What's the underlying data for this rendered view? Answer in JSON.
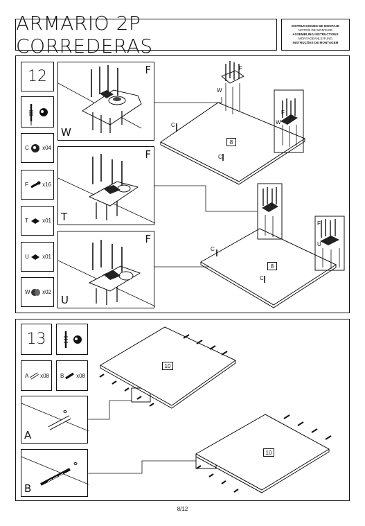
{
  "header": {
    "title": "ARMARIO 2P CORREDERAS",
    "languages": [
      {
        "text": "INSTRUCCIONES DE MONTAJE",
        "bold": true
      },
      {
        "text": "NOTICE DE MONTAGE",
        "bold": false
      },
      {
        "text": "ASSEMBLING INSTRUCTIONS",
        "bold": true
      },
      {
        "text": "MONTAGEANLEITUNG",
        "bold": false
      },
      {
        "text": "INSTRUÇÕES DE MONTAGEM",
        "bold": true
      }
    ]
  },
  "step12": {
    "number": "12",
    "parts": [
      {
        "letter": "C",
        "qty": "x04",
        "icon": "cam-lock-icon"
      },
      {
        "letter": "F",
        "qty": "x16",
        "icon": "screw-icon"
      },
      {
        "letter": "T",
        "qty": "x01",
        "icon": "hinge-plate-icon"
      },
      {
        "letter": "U",
        "qty": "x01",
        "icon": "hinge-plate-icon"
      },
      {
        "letter": "W",
        "qty": "x02",
        "icon": "wheel-icon"
      }
    ],
    "details": [
      {
        "corner": "F",
        "label": "W"
      },
      {
        "corner": "F",
        "label": "T"
      },
      {
        "corner": "F",
        "label": "U"
      }
    ],
    "panel_top": {
      "number": "8",
      "c1": "C",
      "c2": "C",
      "w1": "W",
      "f1": "F",
      "w2": "W",
      "f2": "F"
    },
    "panel_bottom": {
      "number": "8",
      "c1": "C",
      "c2": "C",
      "u": "U",
      "f": "F"
    }
  },
  "step13": {
    "number": "13",
    "parts": [
      {
        "letter": "A",
        "qty": "x08",
        "icon": "dowel-icon"
      },
      {
        "letter": "B",
        "qty": "x08",
        "icon": "pin-icon"
      }
    ],
    "details": [
      {
        "label": "A"
      },
      {
        "label": "B"
      }
    ],
    "panel_top": {
      "number": "10"
    },
    "panel_bottom": {
      "number": "10"
    }
  },
  "footer": {
    "page": "8/12"
  }
}
